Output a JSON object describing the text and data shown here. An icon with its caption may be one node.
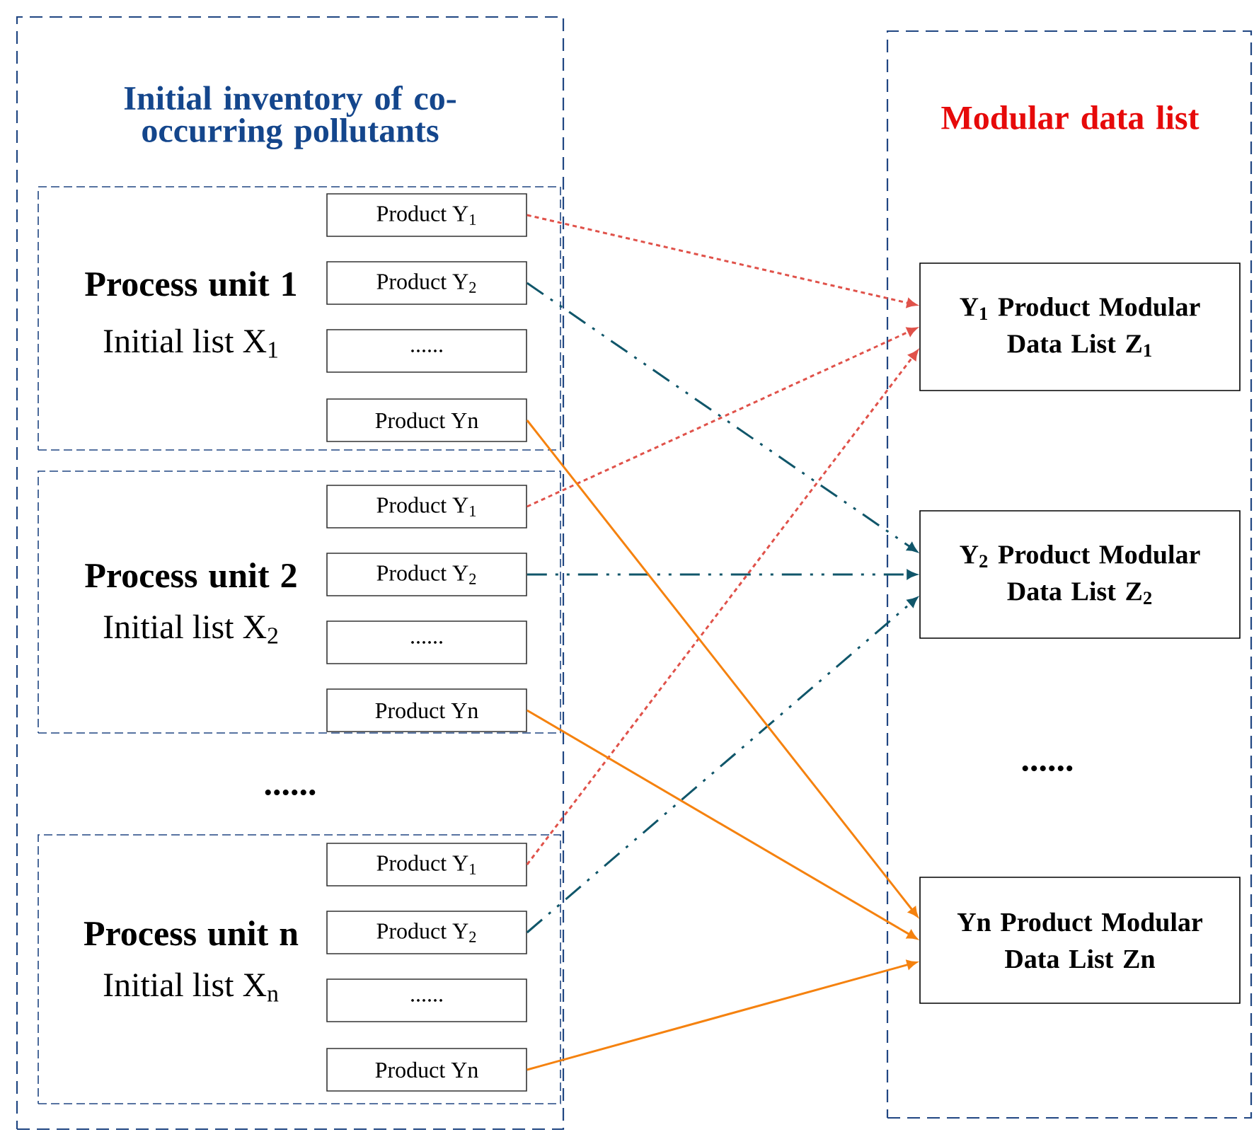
{
  "diagram": {
    "nodes": [
      {
        "text": [
          "Initial inventory of co-occurring pollutants"
        ]
      },
      {
        "text": [
          "Process unit 1",
          "Initial list X$_{1}$"
        ],
        "in": 0
      },
      {
        "text": [
          "Product Y$_{1}$"
        ],
        "in": 1
      },
      {
        "text": [
          "Product Y$_{2}$"
        ],
        "in": 1
      },
      {
        "text": [
          "......"
        ],
        "in": 1
      },
      {
        "text": [
          "Product Yn"
        ],
        "in": 1
      },
      {
        "text": [
          "Process unit 2",
          "Initial list X$_{2}$"
        ],
        "in": 0
      },
      {
        "text": [
          "Product Y$_{1}$"
        ],
        "in": 6
      },
      {
        "text": [
          "Product Y$_{2}$"
        ],
        "in": 6
      },
      {
        "text": [
          "......"
        ],
        "in": 6
      },
      {
        "text": [
          "Product Yn"
        ],
        "in": 6
      },
      {
        "text": [
          "Process unit n",
          "Initial list X$_{n}$"
        ],
        "in": 0
      },
      {
        "text": [
          "Product Y$_{1}$"
        ],
        "in": 11
      },
      {
        "text": [
          "Product Y$_{2}$"
        ],
        "in": 11
      },
      {
        "text": [
          "......"
        ],
        "in": 11
      },
      {
        "text": [
          "Product Yn"
        ],
        "in": 11
      },
      {
        "text": [
          "Modular data list"
        ]
      },
      {
        "text": [
          "Y$_{1}$ Product Modular Data List Z$_{1}$"
        ],
        "in": 16
      },
      {
        "text": [
          "Y$_{2}$ Product Modular Data List Z$_{2}$"
        ],
        "in": 16
      },
      {
        "text": [
          "Yn Product Modular Data List Zn"
        ],
        "in": 16
      }
    ],
    "edges": [
      {
        "from": 2,
        "to": 17,
        "arrow": "to",
        "style": "dashed",
        "color": "#e0524a"
      },
      {
        "from": 7,
        "to": 17,
        "arrow": "to",
        "style": "dashed",
        "color": "#e0524a"
      },
      {
        "from": 12,
        "to": 17,
        "arrow": "to",
        "style": "dashed",
        "color": "#e0524a"
      },
      {
        "from": 3,
        "to": 18,
        "arrow": "to",
        "style": "dashed",
        "color": "#10566a"
      },
      {
        "from": 8,
        "to": 18,
        "arrow": "to",
        "style": "dashed",
        "color": "#10566a"
      },
      {
        "from": 13,
        "to": 18,
        "arrow": "to",
        "style": "dashed",
        "color": "#10566a"
      },
      {
        "from": 5,
        "to": 19,
        "arrow": "to",
        "color": "#f5820f"
      },
      {
        "from": 10,
        "to": 19,
        "arrow": "to",
        "color": "#f5820f"
      },
      {
        "from": 15,
        "to": 19,
        "arrow": "to",
        "color": "#f5820f"
      }
    ],
    "labels": [
      "......",
      "......"
    ]
  }
}
